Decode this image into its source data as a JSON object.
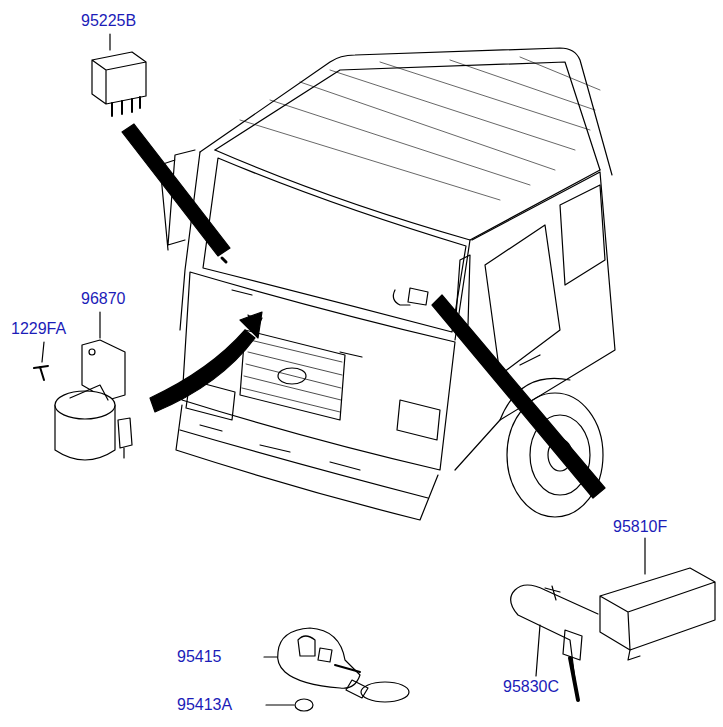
{
  "diagram": {
    "labels": [
      "95225B",
      "96870",
      "1229FA",
      "95810F",
      "95415",
      "95830C",
      "95413A"
    ]
  }
}
